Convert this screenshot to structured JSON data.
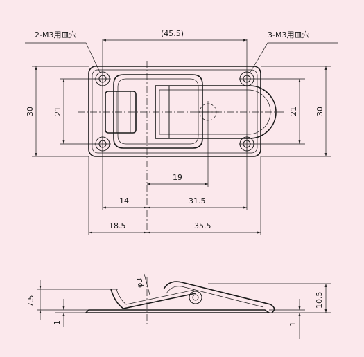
{
  "drawing": {
    "top_view": {
      "note_left": "2-M3用皿穴",
      "note_right": "3-M3用皿穴",
      "dim_overall_width": "(45.5)",
      "dim_height_left": "30",
      "dim_hole_pitch_left": "21",
      "dim_hole_pitch_right": "21",
      "dim_height_right": "30",
      "dim_19": "19",
      "dim_14": "14",
      "dim_31_5": "31.5",
      "dim_18_5": "18.5",
      "dim_35_5": "35.5"
    },
    "side_view": {
      "dim_7_5": "7.5",
      "dim_phi3": "φ3",
      "dim_10_5": "10.5",
      "dim_1_left": "1",
      "dim_1_right": "1"
    }
  }
}
